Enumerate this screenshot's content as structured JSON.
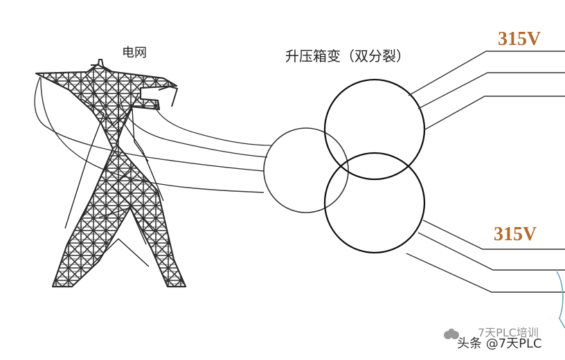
{
  "labels": {
    "grid": "电网",
    "transformer": "升压箱变（双分裂）",
    "voltage_top": "315V",
    "voltage_bottom": "315V"
  },
  "watermark": {
    "main": "头条 @7天PLC",
    "faint": "7天PLC培训"
  }
}
